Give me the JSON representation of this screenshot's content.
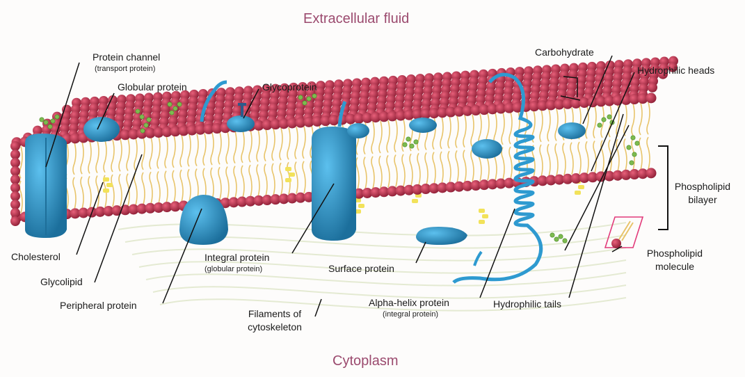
{
  "regions": {
    "top": "Extracellular fluid",
    "bottom": "Cytoplasm"
  },
  "labels": {
    "protein_channel": "Protein channel",
    "protein_channel_sub": "(transport protein)",
    "globular_protein": "Globular protein",
    "glycoprotein": "Glycoprotein",
    "carbohydrate": "Carbohydrate",
    "hydrophilic_heads": "Hydrophilic heads",
    "phospholipid_bilayer_1": "Phospholipid",
    "phospholipid_bilayer_2": "bilayer",
    "phospholipid_molecule_1": "Phospholipid",
    "phospholipid_molecule_2": "molecule",
    "cholesterol": "Cholesterol",
    "glycolipid": "Glycolipid",
    "peripheral_protein": "Peripheral protein",
    "integral_protein": "Integral protein",
    "integral_protein_sub": "(globular protein)",
    "surface_protein": "Surface protein",
    "filaments_1": "Filaments of",
    "filaments_2": "cytoskeleton",
    "alpha_helix": "Alpha-helix protein",
    "alpha_helix_sub": "(integral protein)",
    "hydrophilic_tails": "Hydrophilic tails"
  },
  "colors": {
    "head": "#c8304e",
    "head_dark": "#8e1f36",
    "tail": "#e8c46a",
    "protein": "#2e9ad0",
    "protein_dark": "#1c6f9c",
    "cholesterol": "#f2e25a",
    "glyco": "#7dbb4f",
    "region_text": "#9b4a6e",
    "highlight_box": "#e23a7a"
  }
}
